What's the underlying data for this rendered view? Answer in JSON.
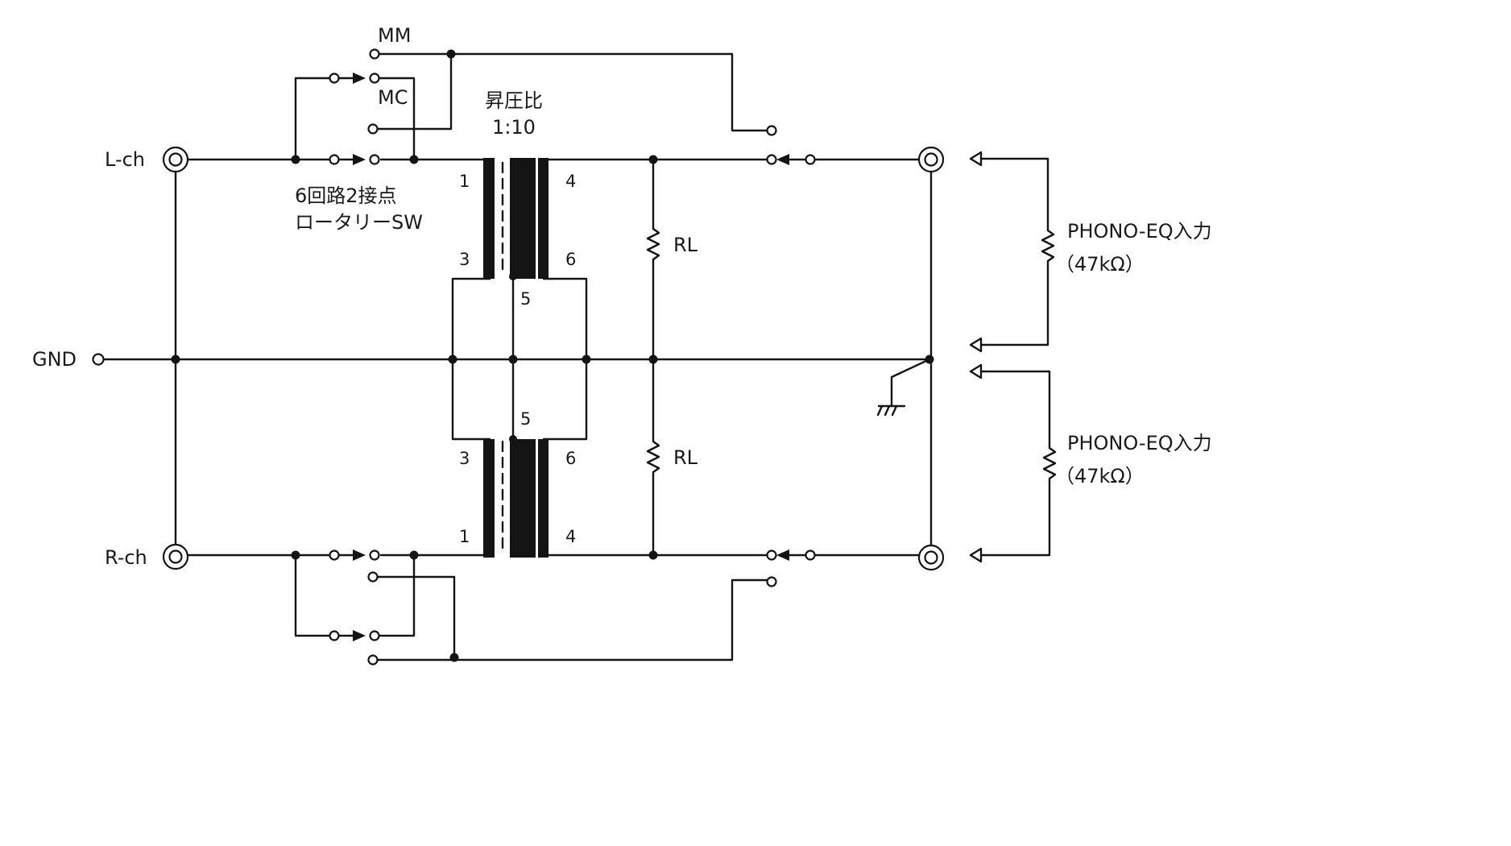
{
  "labels": {
    "mm": "MM",
    "mc": "MC",
    "ratio_title": "昇圧比",
    "ratio_value": "1:10",
    "left_channel": "L-ch",
    "right_channel": "R-ch",
    "gnd": "GND",
    "switch_line1": "6回路2接点",
    "switch_line2": "ロータリーSW",
    "rl_top": "RL",
    "rl_bottom": "RL",
    "phono_top": "PHONO-EQ入力",
    "phono_top_imp": "（47kΩ）",
    "phono_bottom": "PHONO-EQ入力",
    "phono_bottom_imp": "（47kΩ）"
  },
  "transformer_pins": {
    "top": {
      "p1": "1",
      "p3": "3",
      "p4": "4",
      "p6": "6",
      "p5": "5"
    },
    "bottom": {
      "p1": "1",
      "p3": "3",
      "p4": "4",
      "p6": "6",
      "p5": "5"
    }
  }
}
